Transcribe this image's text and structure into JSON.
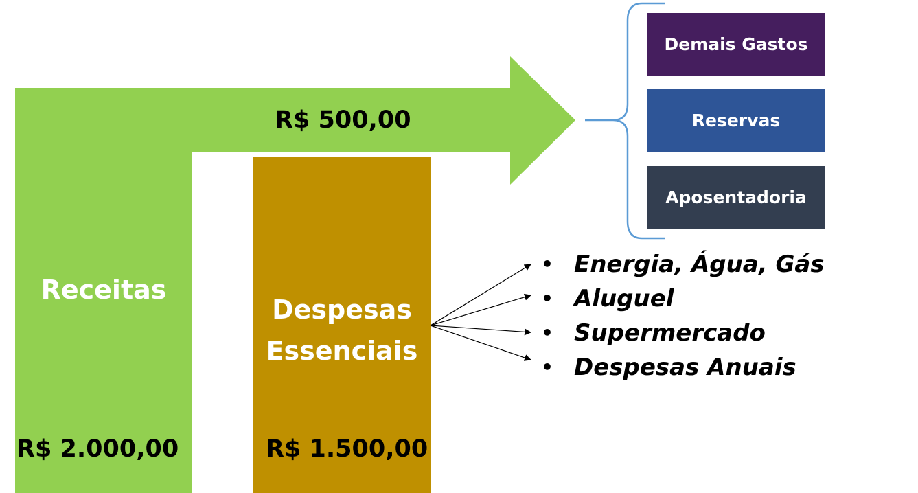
{
  "receitas": {
    "label": "Receitas",
    "value": "R$ 2.000,00",
    "color": "#92D050"
  },
  "arrow": {
    "value": "R$ 500,00"
  },
  "despesas": {
    "label_line1": "Despesas",
    "label_line2": "Essenciais",
    "value": "R$ 1.500,00",
    "color": "#BF9000"
  },
  "allocation_boxes": [
    {
      "label": "Demais Gastos",
      "color": "#451E5E"
    },
    {
      "label": "Reservas",
      "color": "#2E5597"
    },
    {
      "label": "Aposentadoria",
      "color": "#333E50"
    }
  ],
  "brace_color": "#5B9BD5",
  "essential_items": [
    "Energia, Água, Gás",
    "Aluguel",
    "Supermercado",
    "Despesas Anuais"
  ],
  "bullet_glyph": "•"
}
